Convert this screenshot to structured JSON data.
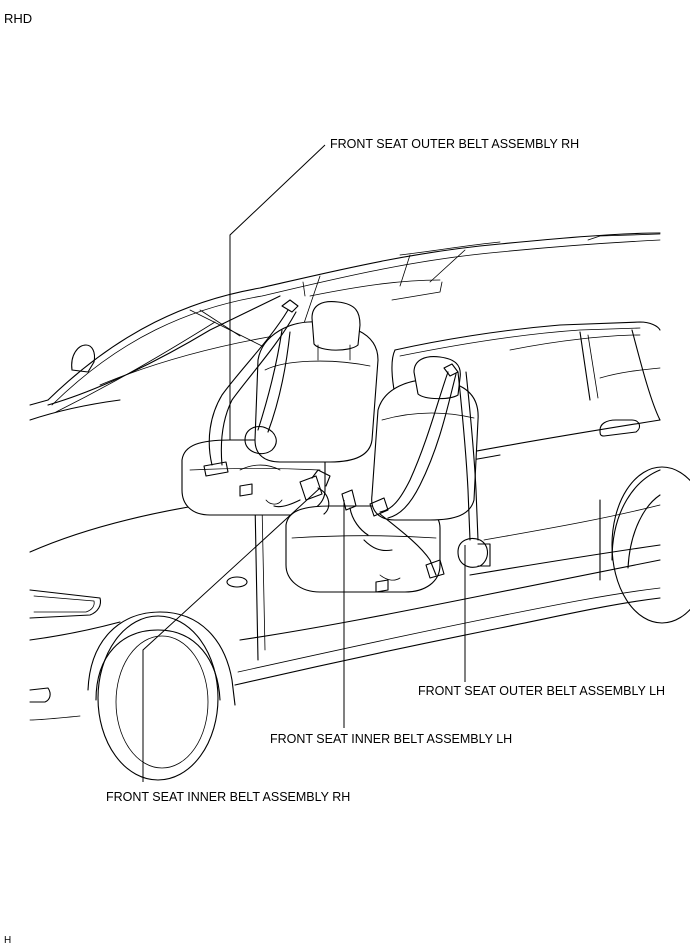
{
  "header": {
    "variant": "RHD"
  },
  "callouts": {
    "outer_rh": "FRONT SEAT OUTER BELT ASSEMBLY RH",
    "outer_lh": "FRONT SEAT OUTER BELT ASSEMBLY LH",
    "inner_lh": "FRONT SEAT INNER BELT ASSEMBLY LH",
    "inner_rh": "FRONT SEAT INNER BELT ASSEMBLY RH"
  },
  "footer": {
    "code": "H"
  }
}
